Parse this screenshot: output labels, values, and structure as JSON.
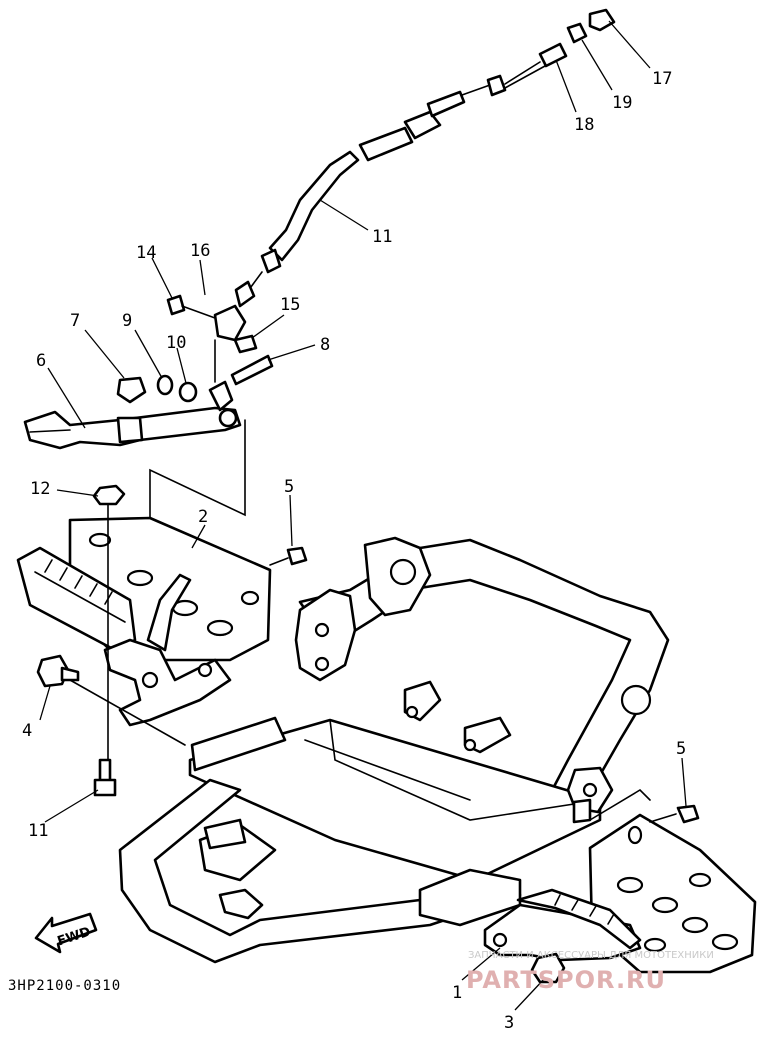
{
  "drawing_code": "3HP2100-0310",
  "direction_label": "FWD",
  "callouts": [
    {
      "id": "c17",
      "text": "17"
    },
    {
      "id": "c19",
      "text": "19"
    },
    {
      "id": "c18",
      "text": "18"
    },
    {
      "id": "c11a",
      "text": "11"
    },
    {
      "id": "c14",
      "text": "14"
    },
    {
      "id": "c16",
      "text": "16"
    },
    {
      "id": "c15",
      "text": "15"
    },
    {
      "id": "c8",
      "text": "8"
    },
    {
      "id": "c7",
      "text": "7"
    },
    {
      "id": "c9",
      "text": "9"
    },
    {
      "id": "c10",
      "text": "10"
    },
    {
      "id": "c6",
      "text": "6"
    },
    {
      "id": "c12",
      "text": "12"
    },
    {
      "id": "c5a",
      "text": "5"
    },
    {
      "id": "c2",
      "text": "2"
    },
    {
      "id": "c4",
      "text": "4"
    },
    {
      "id": "c11b",
      "text": "11"
    },
    {
      "id": "c5b",
      "text": "5"
    },
    {
      "id": "c1",
      "text": "1"
    },
    {
      "id": "c3",
      "text": "3"
    }
  ],
  "watermark": {
    "line1": "ЗАПЧАСТИ И АКСЕССУАРЫ ДЛЯ МОТОТЕХНИКИ",
    "line2": "PARTSPOR.RU"
  }
}
